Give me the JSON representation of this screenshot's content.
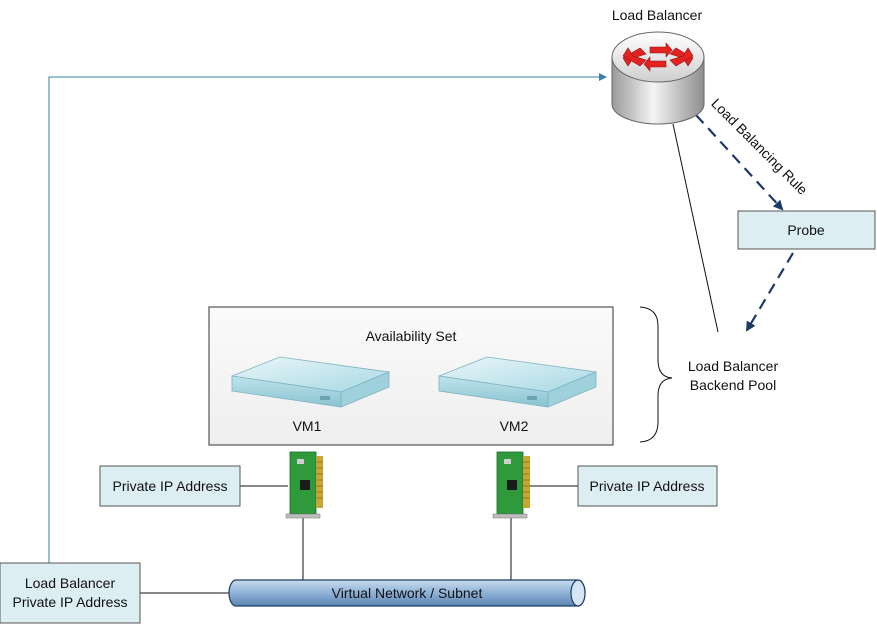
{
  "load_balancer": {
    "label": "Load Balancer"
  },
  "rule": {
    "label": "Load Balancing Rule"
  },
  "probe": {
    "label": "Probe"
  },
  "backend_pool": {
    "line1": "Load Balancer",
    "line2": "Backend Pool"
  },
  "availability_set": {
    "label": "Availability Set"
  },
  "vms": [
    {
      "label": "VM1"
    },
    {
      "label": "VM2"
    }
  ],
  "nics": [
    {
      "ip_label": "Private IP Address"
    },
    {
      "ip_label": "Private IP Address"
    }
  ],
  "lb_private_ip": {
    "line1": "Load Balancer",
    "line2": "Private IP Address"
  },
  "vnet": {
    "label": "Virtual Network / Subnet"
  },
  "colors": {
    "box_fill": "#ddeef2",
    "connector_blue": "#3a7fa5",
    "dashed_arrow": "#1f3864",
    "lb_arrows": "#e32222"
  }
}
